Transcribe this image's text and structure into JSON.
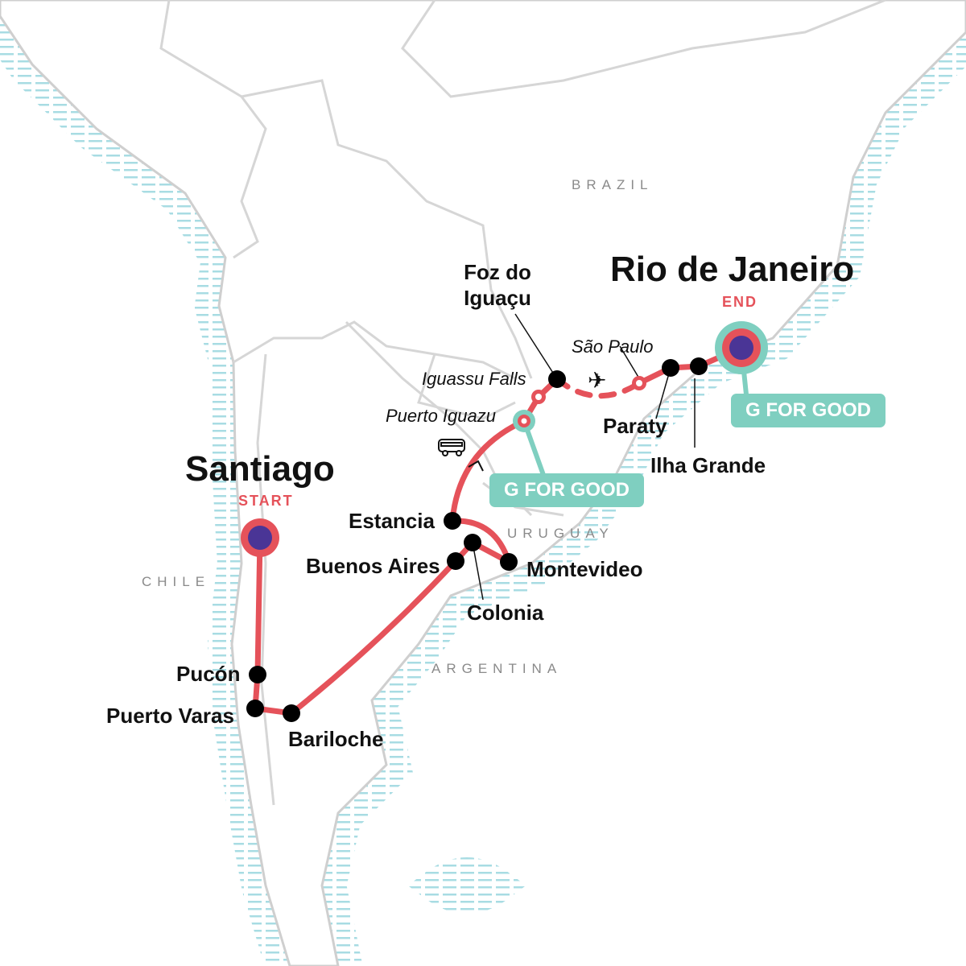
{
  "colors": {
    "route": "#e5525a",
    "good": "#7fcfc0",
    "endpoint": "#4a3596",
    "border": "#cfcfcf",
    "sea": "#a8dce3"
  },
  "countries": {
    "brazil": "BRAZIL",
    "chile": "CHILE",
    "argentina": "ARGENTINA",
    "uruguay": "URUGUAY"
  },
  "start": {
    "city": "Santiago",
    "tag": "START"
  },
  "end": {
    "city": "Rio de Janeiro",
    "tag": "END"
  },
  "stops": {
    "pucon": "Pucón",
    "puerto_varas": "Puerto Varas",
    "bariloche": "Bariloche",
    "buenos_aires": "Buenos Aires",
    "colonia": "Colonia",
    "montevideo": "Montevideo",
    "estancia": "Estancia",
    "puerto_iguazu": "Puerto Iguazu",
    "iguassu_falls": "Iguassu Falls",
    "foz": "Foz do Iguaçu",
    "sao_paulo": "São Paulo",
    "paraty": "Paraty",
    "ilha_grande": "Ilha Grande"
  },
  "badges": {
    "good_label": "G FOR GOOD"
  },
  "icons": [
    "bus-icon",
    "plane-icon"
  ]
}
